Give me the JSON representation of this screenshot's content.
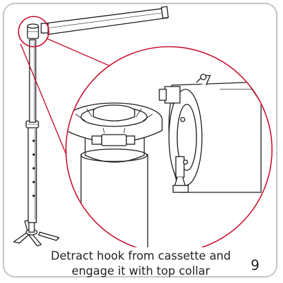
{
  "instruction": {
    "line1": "Detract hook from cassette and",
    "line2": "engage it with top collar"
  },
  "page_number": "9",
  "colors": {
    "highlight_circle": "#c8102e",
    "line_art": "#1a1a1a",
    "frame_border": "#c4c4c4"
  },
  "icons": [
    "stand-pole",
    "screen-cassette",
    "top-collar",
    "cassette-hook",
    "zoom-detail-circle"
  ]
}
